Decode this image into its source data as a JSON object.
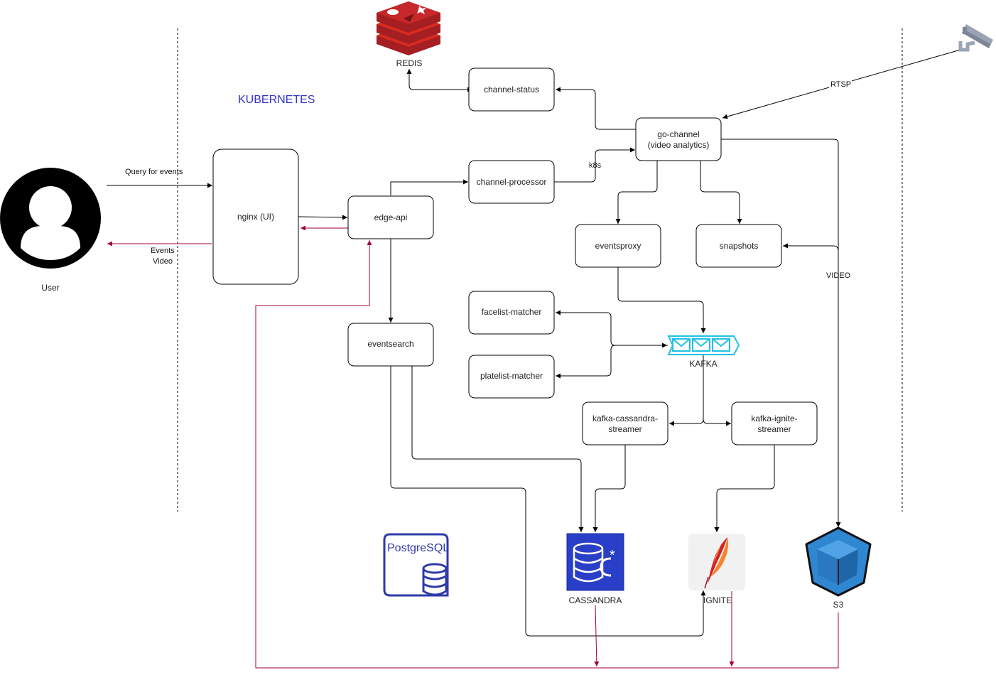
{
  "nodes": {
    "nginx": "nginx (UI)",
    "edge_api": "edge-api",
    "eventsearch": "eventsearch",
    "channel_status": "channel-status",
    "channel_processor": "channel-processor",
    "go_channel": [
      "go-channel",
      "(video analytics)"
    ],
    "eventsproxy": "eventsproxy",
    "snapshots": "snapshots",
    "facelist_matcher": "facelist-matcher",
    "platelist_matcher": "platelist-matcher",
    "kafka_cassandra_streamer": [
      "kafka-cassandra-",
      "streamer"
    ],
    "kafka_ignite_streamer": [
      "kafka-ignite-",
      "streamer"
    ]
  },
  "icons": {
    "user": "User",
    "redis": "REDIS",
    "kafka": "KAFKA",
    "cassandra": "CASSANDRA",
    "ignite": "IGNITE",
    "s3": "S3",
    "postgres": "PostgreSQL"
  },
  "labels": {
    "kubernetes": "KUBERNETES",
    "query": "Query for events",
    "events": "Events",
    "video": "Video",
    "rtsp": "RTSP",
    "k8s": "k8s",
    "video_edge": "VIDEO"
  },
  "colors": {
    "kubernetes": "#3333cc",
    "return_edge": "#a50034",
    "kafka": "#1ec1e6",
    "redis": "#c6282b",
    "cassandra": "#2a3fc7",
    "postgres": "#2f3aa8",
    "s3": "#2f86d1"
  }
}
